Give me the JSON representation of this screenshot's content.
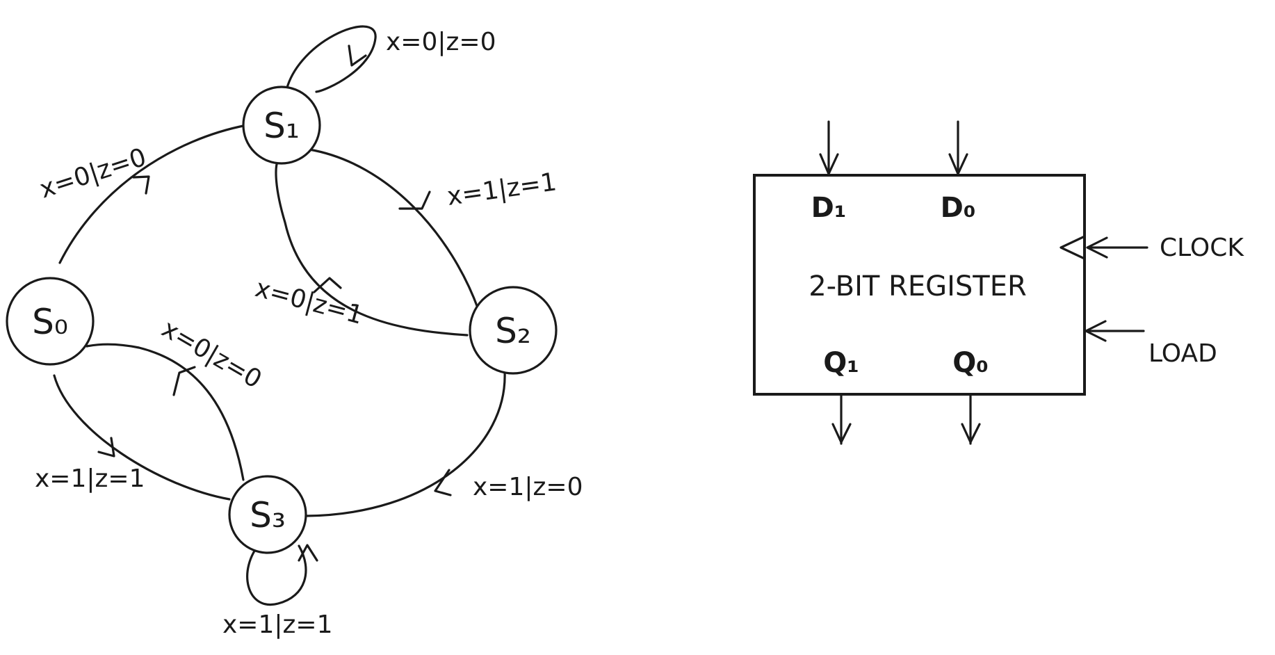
{
  "state_diagram": {
    "states": [
      {
        "id": "s0",
        "label": "S₀"
      },
      {
        "id": "s1",
        "label": "S₁"
      },
      {
        "id": "s2",
        "label": "S₂"
      },
      {
        "id": "s3",
        "label": "S₃"
      }
    ],
    "transitions": [
      {
        "from": "S0",
        "to": "S1",
        "label": "x=0|z=0"
      },
      {
        "from": "S1",
        "to": "S1",
        "label": "x=0|z=0"
      },
      {
        "from": "S1",
        "to": "S2",
        "label": "x=1|z=1"
      },
      {
        "from": "S2",
        "to": "S1",
        "label": "x=0|z=1"
      },
      {
        "from": "S0",
        "to": "S3",
        "label": "x=1|z=1"
      },
      {
        "from": "S3",
        "to": "S0",
        "label": "x=0|z=0"
      },
      {
        "from": "S2",
        "to": "S3",
        "label": "x=1|z=0"
      },
      {
        "from": "S3",
        "to": "S3",
        "label": "x=1|z=1"
      }
    ]
  },
  "register": {
    "title": "2-BIT REGISTER",
    "inputs": [
      "D₁",
      "D₀"
    ],
    "outputs": [
      "Q₁",
      "Q₀"
    ],
    "clock_label": "CLOCK",
    "load_label": "LOAD"
  }
}
